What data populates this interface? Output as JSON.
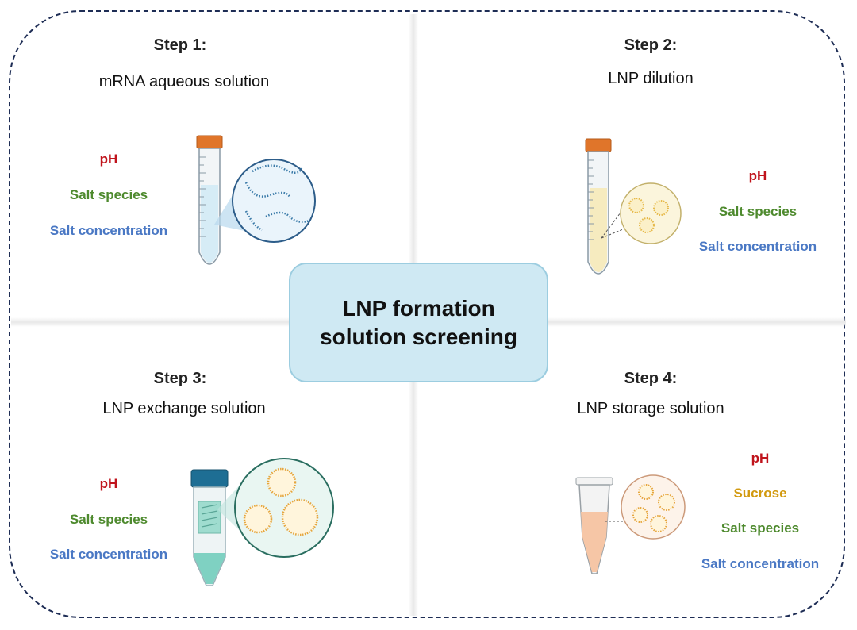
{
  "center": {
    "line1": "LNP formation",
    "line2": "solution screening"
  },
  "step1": {
    "title": "Step 1:",
    "subtitle": "mRNA aqueous solution",
    "factors": [
      "pH",
      "Salt species",
      "Salt concentration"
    ]
  },
  "step2": {
    "title": "Step 2:",
    "subtitle": "LNP dilution",
    "factors": [
      "pH",
      "Salt species",
      "Salt concentration"
    ]
  },
  "step3": {
    "title": "Step 3:",
    "subtitle": "LNP exchange solution",
    "factors": [
      "pH",
      "Salt species",
      "Salt concentration"
    ]
  },
  "step4": {
    "title": "Step 4:",
    "subtitle": "LNP storage solution",
    "factors": [
      "pH",
      "Sucrose",
      "Salt species",
      "Salt concentration"
    ]
  },
  "colors": {
    "ph": "#c0141c",
    "sucrose": "#d29a10",
    "salt_species": "#4e8a2e",
    "salt_concentration": "#4a78c4",
    "frame": "#1e2d55",
    "center_fill": "#cfe9f3"
  }
}
